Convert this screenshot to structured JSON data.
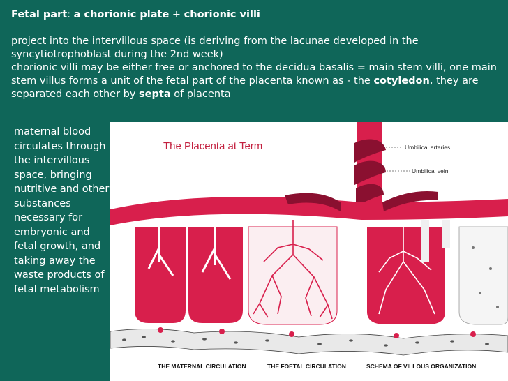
{
  "header": {
    "title_fetal_part": "Fetal part",
    "title_colon": ": ",
    "title_plate": "a chorionic plate",
    "title_plus": " + ",
    "title_villi": "chorionic villi",
    "line1": "project into the intervillous space (is deriving from the lacunae developed in the syncytiotrophoblast during the 2nd week)",
    "line2_a": "chorionic villi may be either free or anchored to the decidua basalis = main stem villi, one main stem villus forms a unit of the fetal part of the placenta known as - the ",
    "line2_cotyledon": "cotyledon",
    "line2_b": ", they are separated each other by ",
    "line2_septa": "septa",
    "line2_c": " of placenta"
  },
  "side_text": "maternal blood circulates through the intervillous space, bringing nutritive and other substances necessary for embryonic and fetal growth, and taking away the waste products of fetal metabolism",
  "figure": {
    "title": "The Placenta at Term",
    "label_arteries": "Umbilical arteries",
    "label_vein": "Umbilical vein",
    "caption_maternal": "THE MATERNAL CIRCULATION",
    "caption_foetal": "THE FOETAL CIRCULATION",
    "caption_schema": "SCHEMA OF VILLOUS ORGANIZATION"
  },
  "colors": {
    "background": "#0f6659",
    "red": "#d81f4c",
    "dark_red": "#8a1030"
  }
}
